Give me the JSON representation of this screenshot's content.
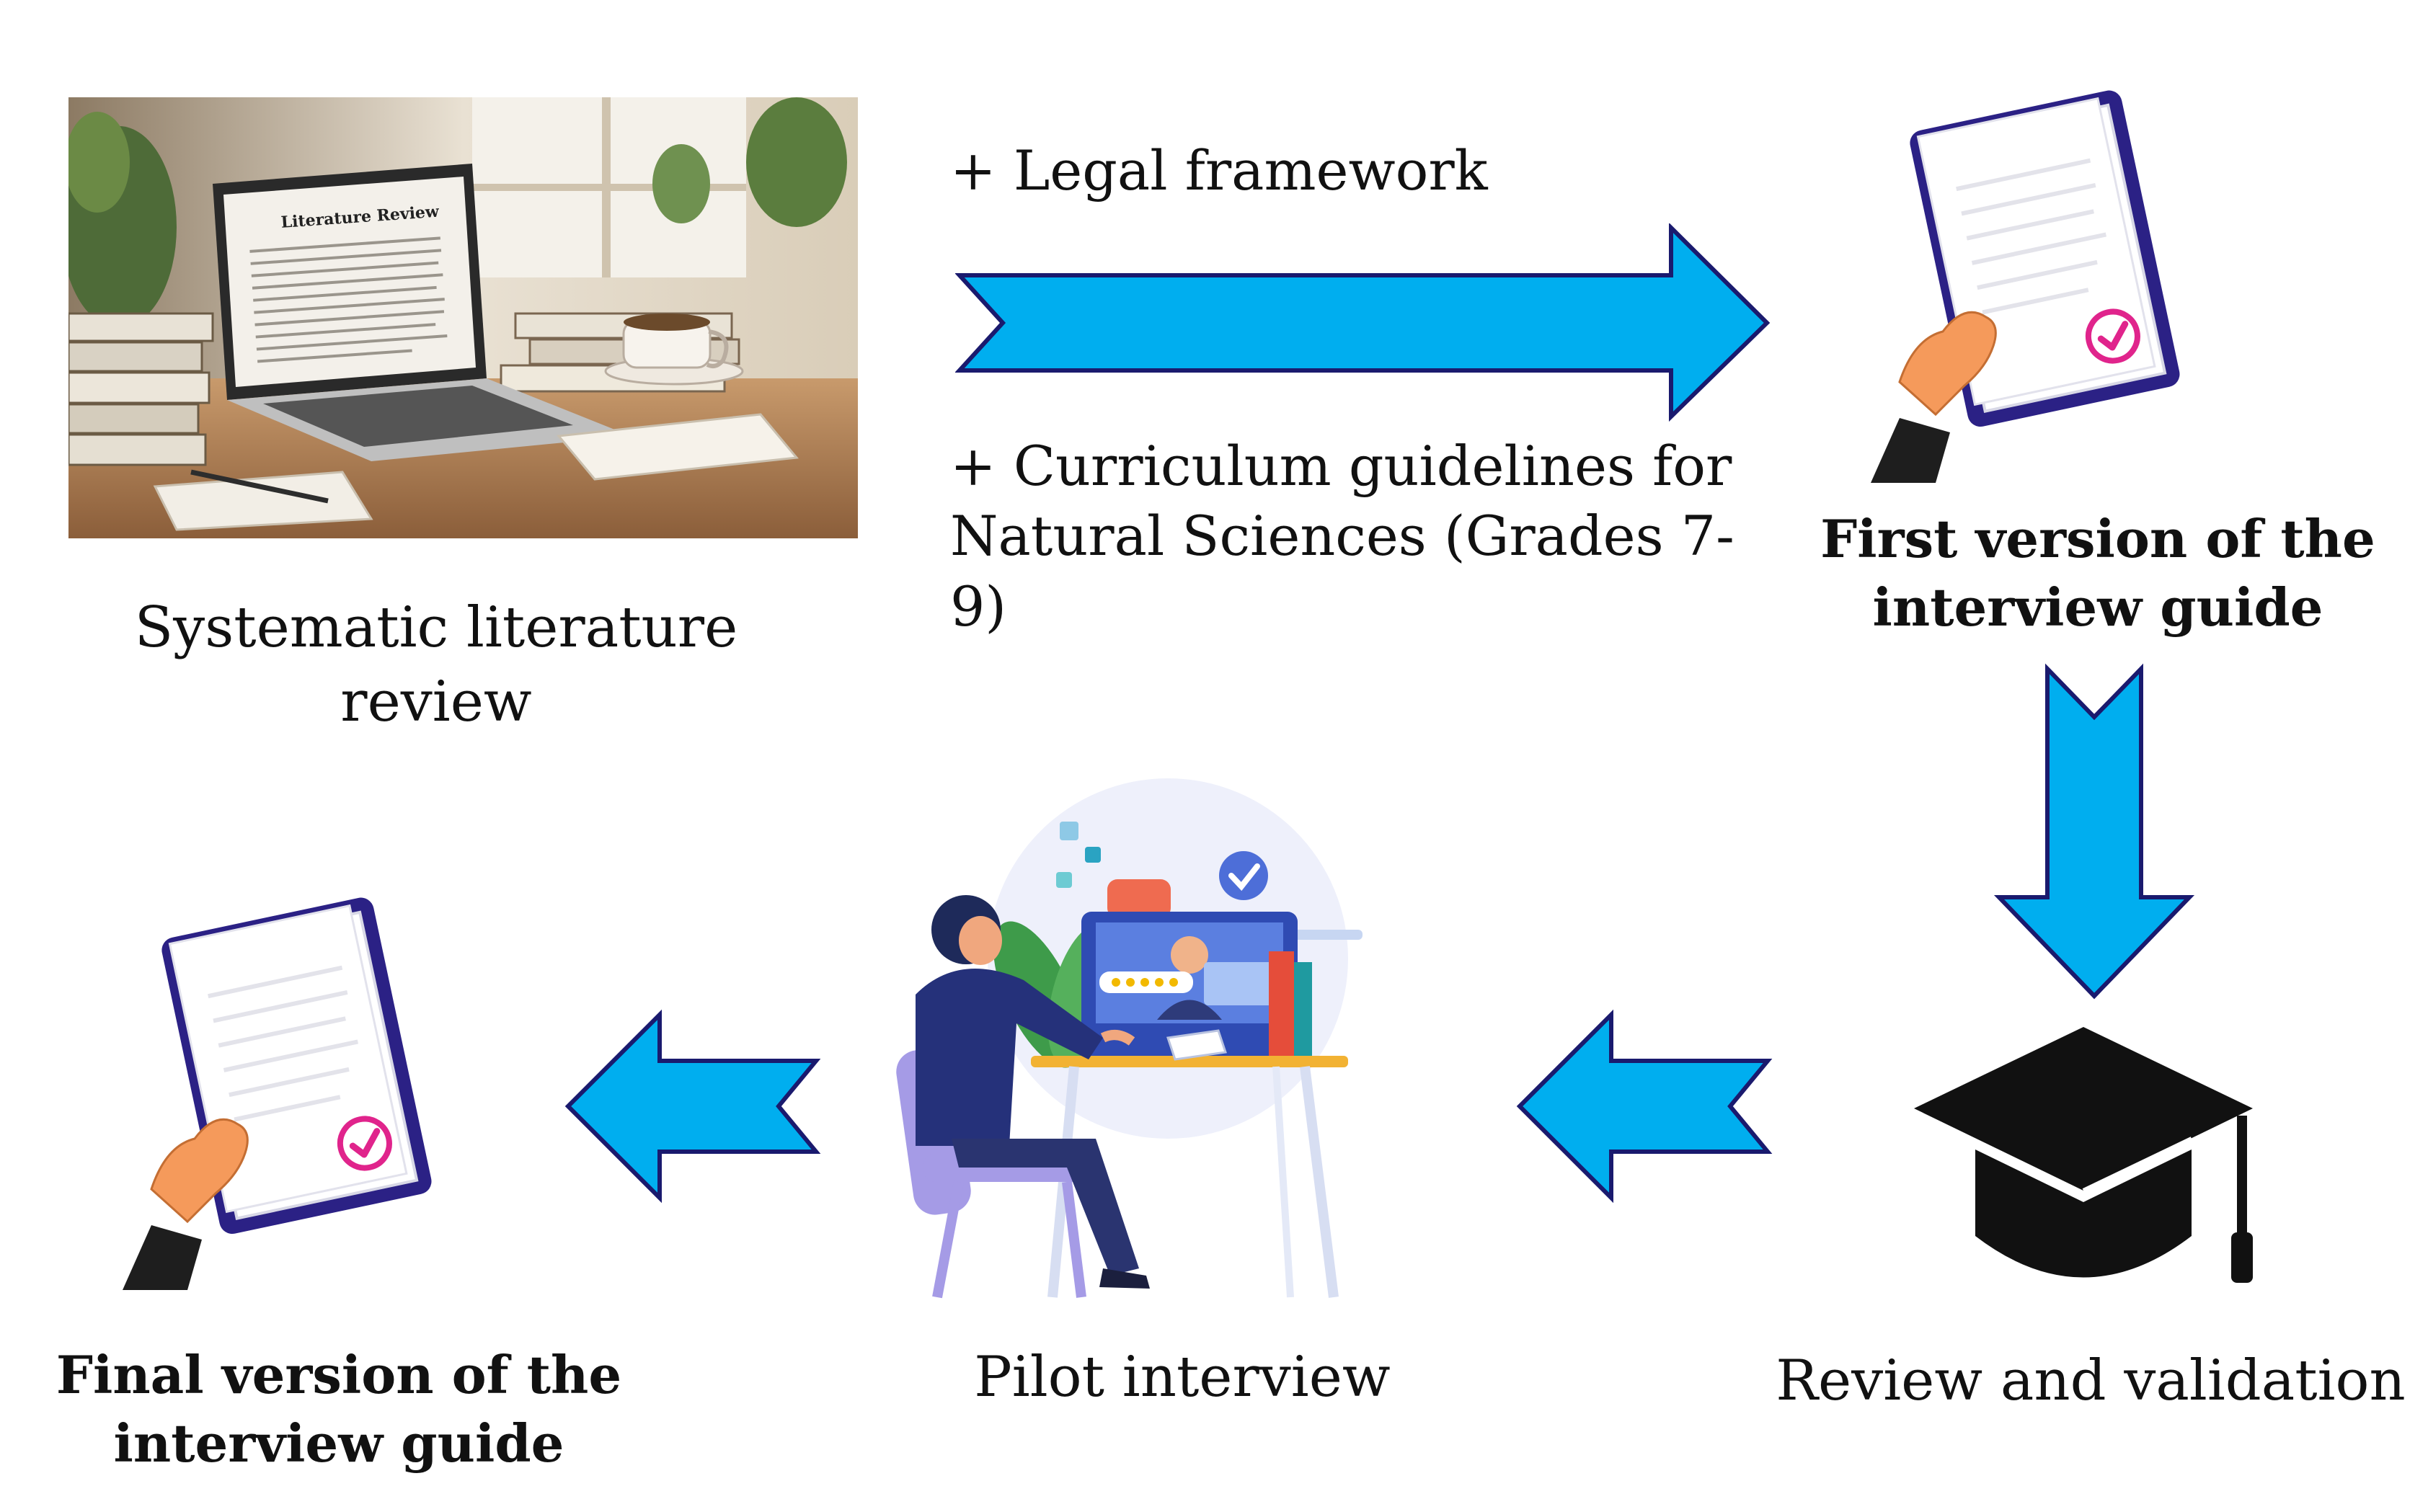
{
  "colors": {
    "arrow_fill": "#00aeef",
    "arrow_stroke": "#1a1a6e",
    "clipboard_frame": "#2b2185",
    "check": "#e0248c",
    "cap": "#111111",
    "hand": "#f59a5b"
  },
  "steps": {
    "literature": {
      "label_line1": "Systematic literature",
      "label_line2": "review",
      "photo_text": "Literature Review"
    },
    "first_version": {
      "label_line1": "First version of the",
      "label_line2": "interview guide"
    },
    "review": {
      "label": "Review and validation"
    },
    "pilot": {
      "label": "Pilot interview"
    },
    "final_version": {
      "label_line1": "Final version of the",
      "label_line2": "interview guide"
    }
  },
  "inputs": {
    "legal": "+ Legal framework",
    "curriculum_line1": "+ Curriculum guidelines for",
    "curriculum_line2": "Natural Sciences (Grades 7-9)"
  },
  "icons": {
    "literature": "laptop-photo-icon",
    "first_version": "clipboard-check-icon",
    "review": "graduation-cap-icon",
    "pilot": "video-interview-icon",
    "final_version": "clipboard-check-icon"
  }
}
